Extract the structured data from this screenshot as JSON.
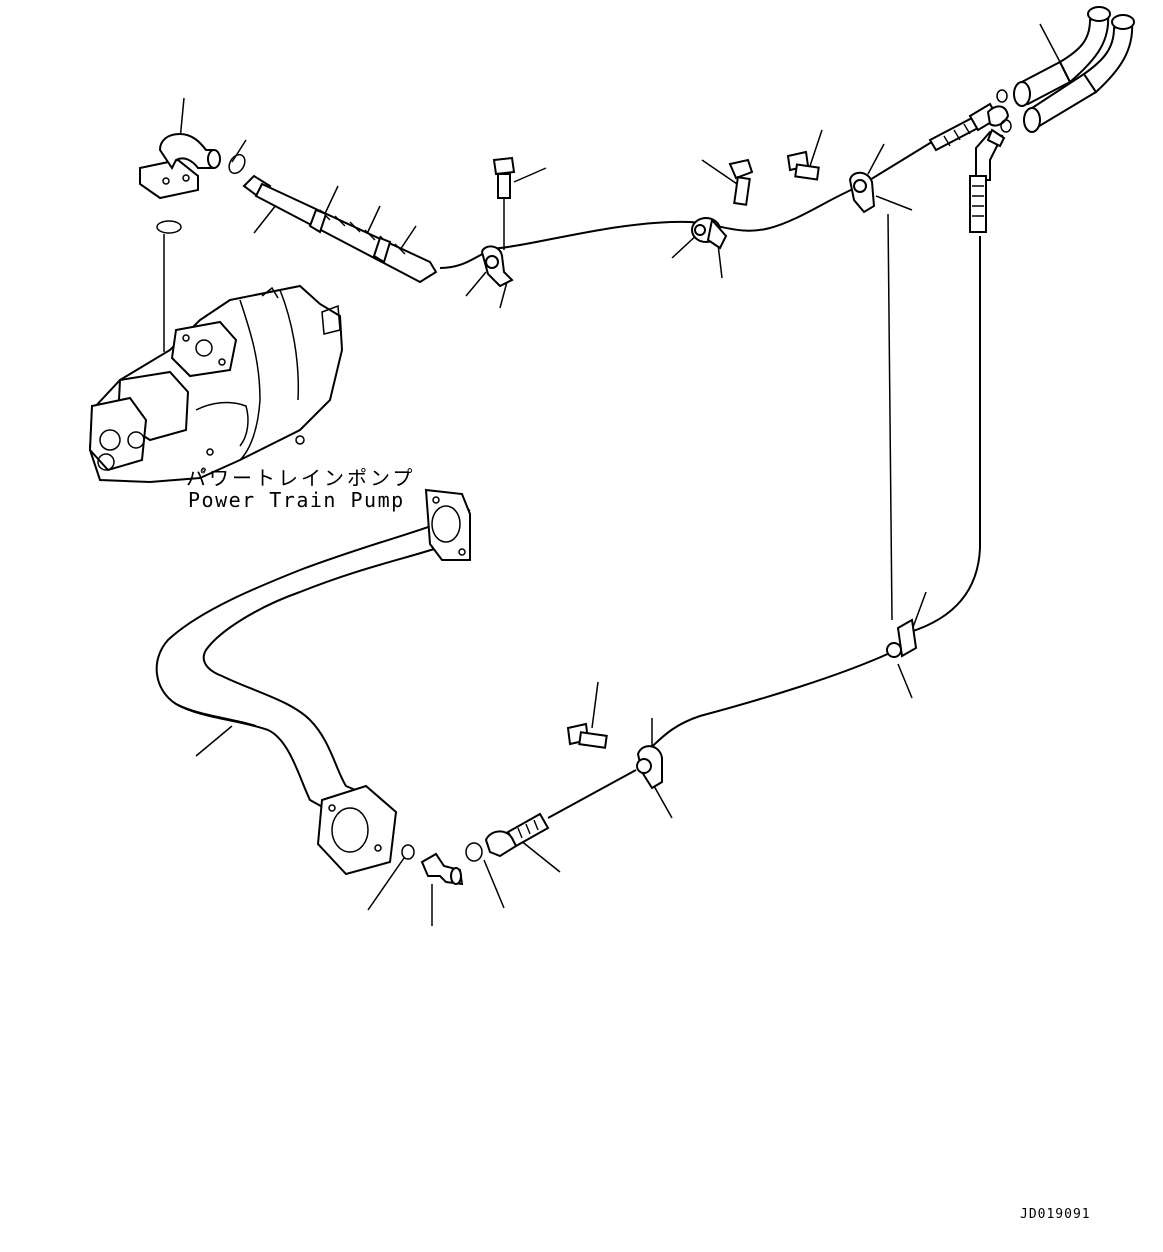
{
  "labels": {
    "pump_jp": "パ゚ワートレインポンプ",
    "pump_en": "Power Train Pump",
    "drawing_code": "JD019091"
  },
  "colors": {
    "background": "#ffffff",
    "ink": "#000000"
  }
}
